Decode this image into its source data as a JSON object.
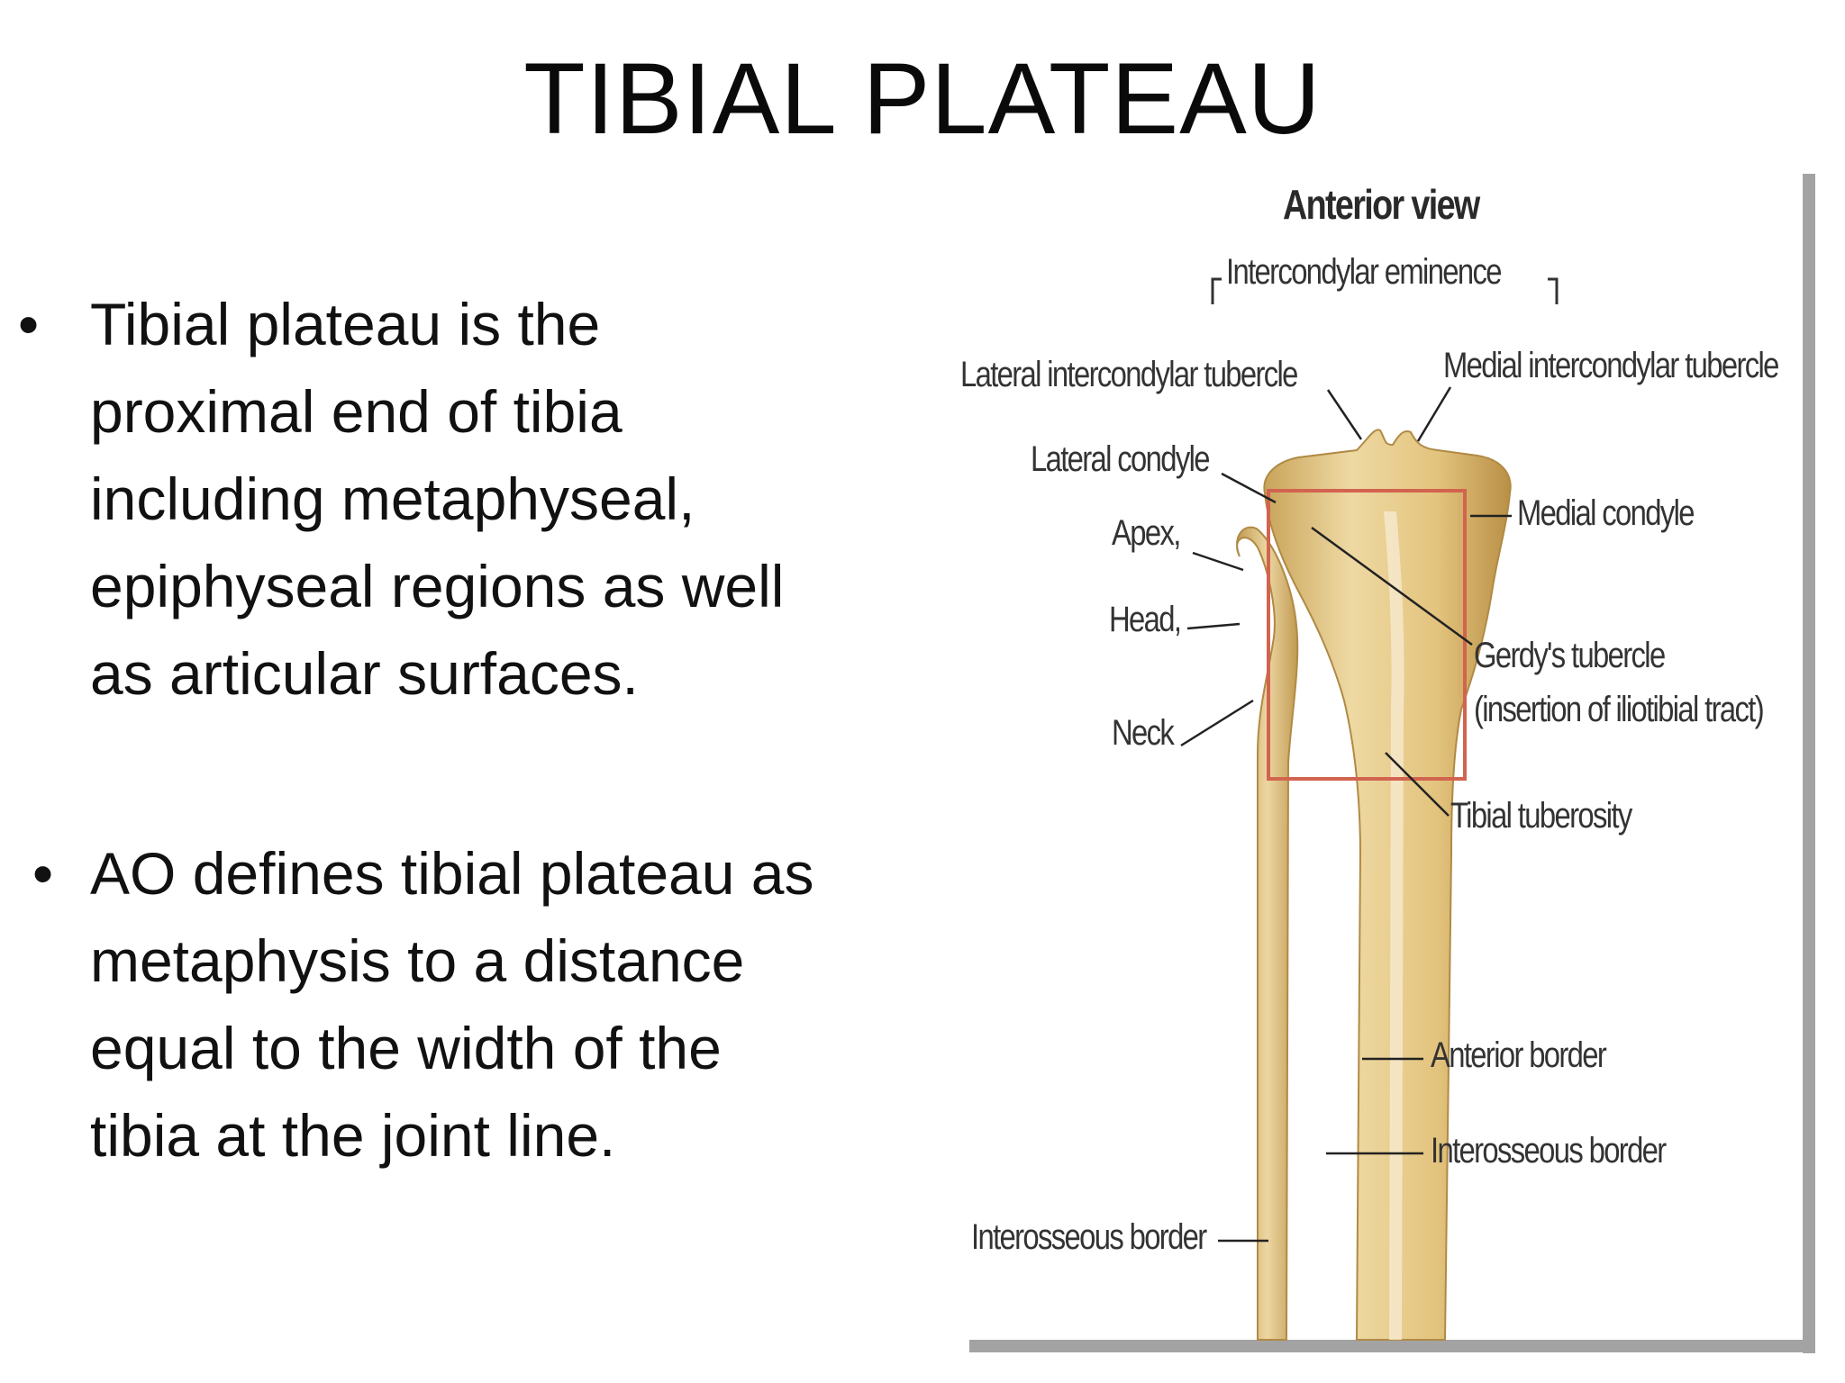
{
  "slide": {
    "title": "TIBIAL PLATEAU",
    "bullets": [
      {
        "marker": "•",
        "lines": [
          "Tibial plateau is the",
          "proximal end of tibia",
          "including metaphyseal,",
          "epiphyseal regions as well",
          "as articular surfaces."
        ]
      },
      {
        "marker": "•",
        "lines": [
          "AO defines tibial plateau as",
          "metaphysis to a distance",
          "equal to the width of the",
          "tibia at the joint line."
        ]
      }
    ]
  },
  "figure": {
    "heading": "Anterior view",
    "labels": {
      "intercondylar_eminence": "Intercondylar eminence",
      "lateral_intercondylar_tubercle": "Lateral intercondylar tubercle",
      "medial_intercondylar_tubercle": "Medial intercondylar tubercle",
      "lateral_condyle": "Lateral condyle",
      "medial_condyle": "Medial condyle",
      "apex": "Apex,",
      "head": "Head,",
      "neck": "Neck",
      "gerdys_tubercle": "Gerdy's tubercle",
      "gerdys_tubercle_note": "(insertion of iliotibial tract)",
      "tibial_tuberosity": "Tibial tuberosity",
      "anterior_border": "Anterior border",
      "interosseous_border_right": "Interosseous border",
      "interosseous_border_left": "Interosseous border"
    },
    "colors": {
      "bone": "#e8cc8a",
      "bone_shade": "#c9a45a",
      "highlight_box": "#d2644f",
      "frame_shadow": "#9a9a9a"
    }
  }
}
